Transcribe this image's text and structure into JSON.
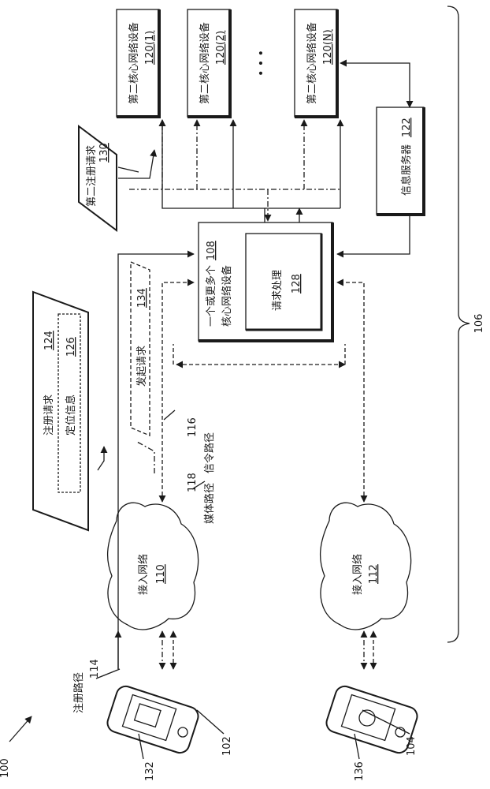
{
  "figure": {
    "ref_system": "100",
    "ref_106": "106",
    "devices": [
      {
        "ref": "102",
        "screen_ref": "132"
      },
      {
        "ref": "104",
        "screen_ref": "136"
      }
    ],
    "access_networks": [
      {
        "label": "接入网络",
        "ref": "110"
      },
      {
        "label": "接入网络",
        "ref": "112"
      }
    ],
    "registration_path": {
      "label": "注册路径",
      "ref": "114"
    },
    "signaling_path": {
      "label": "信令路径",
      "ref": "116"
    },
    "media_path": {
      "label": "媒体路径",
      "ref": "118"
    },
    "registration_request": {
      "label": "注册请求",
      "ref": "124",
      "location_label": "定位信息",
      "location_ref": "126"
    },
    "initiate_request": {
      "label": "发起请求",
      "ref": "134"
    },
    "core_device": {
      "label_line1": "一个或更多个",
      "label_line2": "核心网络设备",
      "ref": "108"
    },
    "request_processing": {
      "label": "请求处理",
      "ref": "128"
    },
    "second_registration_request": {
      "label": "第二注册请求",
      "ref": "130"
    },
    "info_server": {
      "label": "信息服务器",
      "ref": "122"
    },
    "second_core_devices": [
      {
        "label": "第二核心网络设备",
        "ref": "120(1)"
      },
      {
        "label": "第二核心网络设备",
        "ref": "120(2)"
      },
      {
        "label": "第二核心网络设备",
        "ref": "120(N)"
      }
    ],
    "ellipsis": "• • •"
  }
}
